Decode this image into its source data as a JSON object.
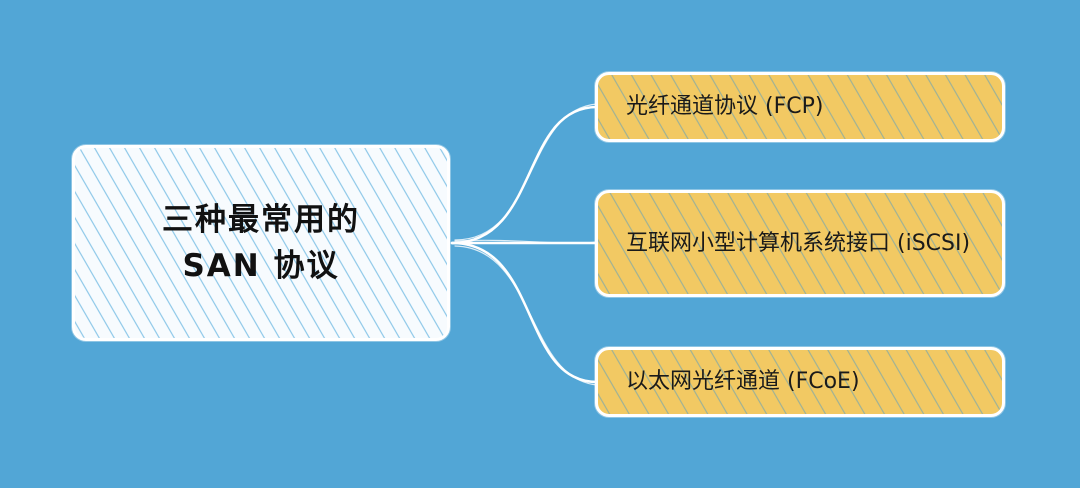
{
  "root": {
    "line1": "三种最常用的",
    "line2": "SAN 协议"
  },
  "branches": [
    {
      "label": "光纤通道协议 (FCP)"
    },
    {
      "label": "互联网小型计算机系统接口 (iSCSI)"
    },
    {
      "label": "以太网光纤通道 (FCoE)"
    }
  ],
  "colors": {
    "background": "#52a6d6",
    "root_fill": "#f7fbfe",
    "branch_fill": "#f2c963",
    "connector": "#ffffff"
  }
}
